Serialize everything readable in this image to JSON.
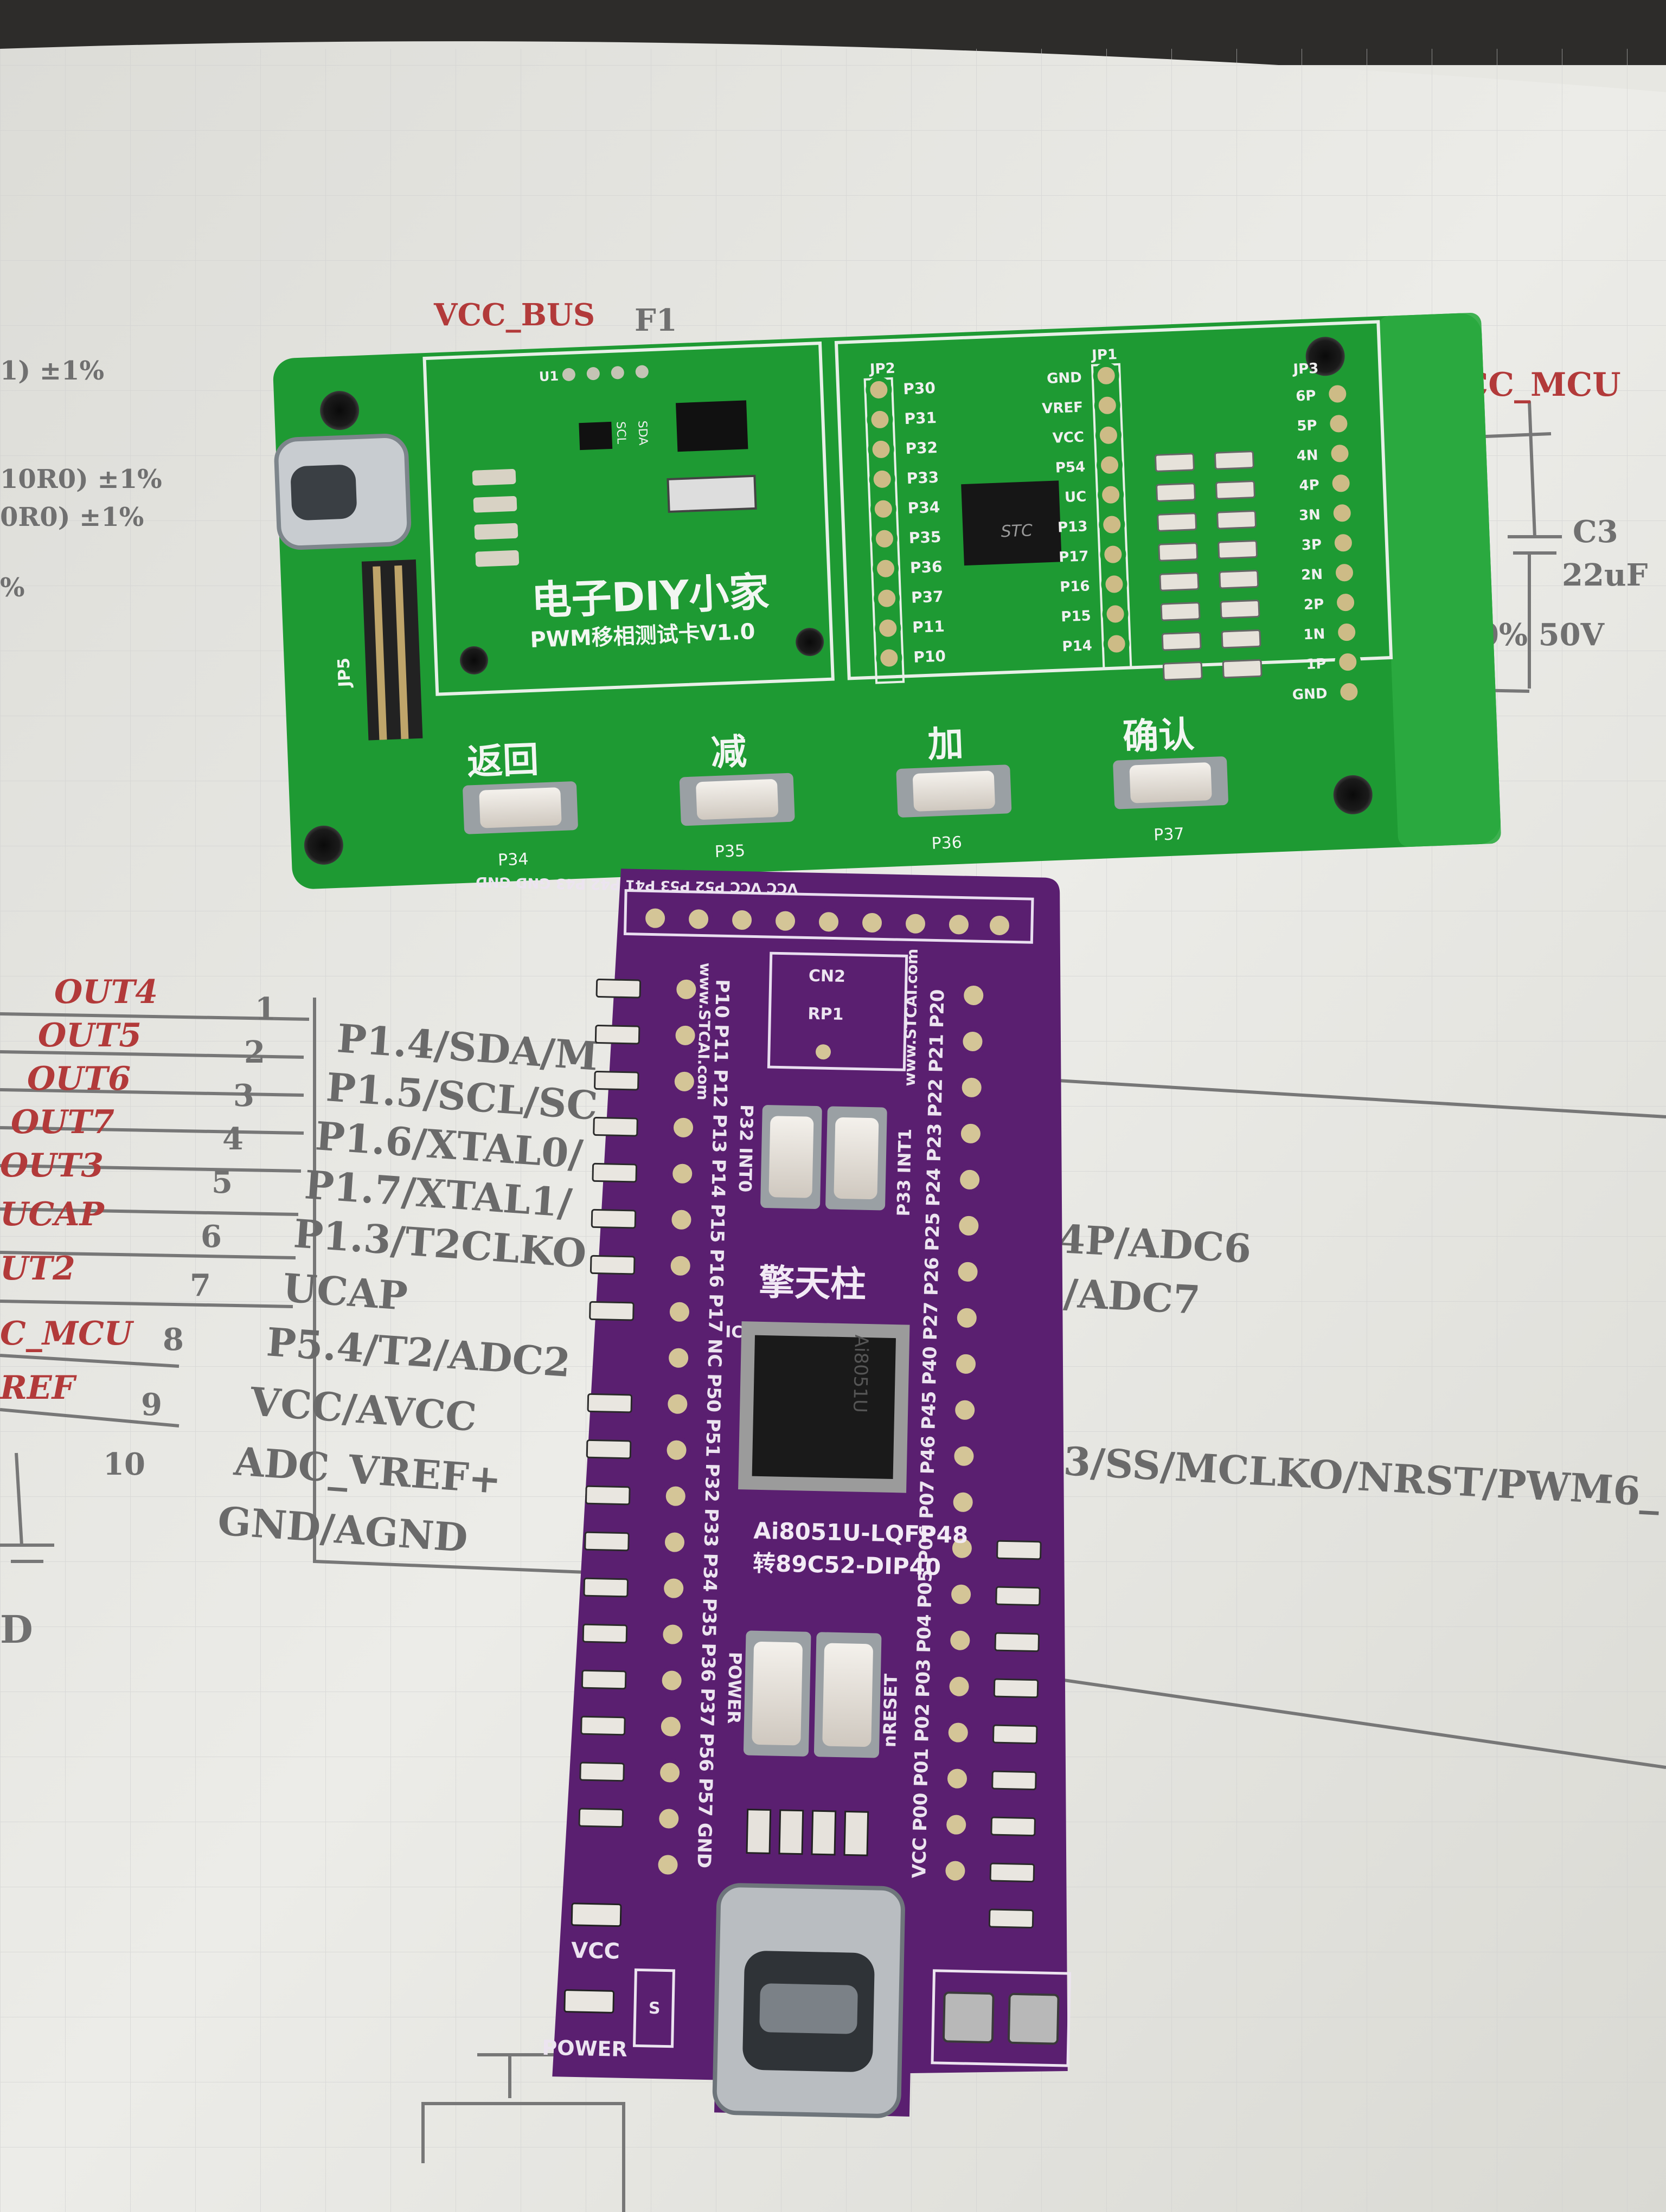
{
  "schematic": {
    "vcc_bus": "VCC_BUS",
    "f1": "F1",
    "vcc_mcu": "VCC_MCU",
    "c3": "C3",
    "c3_value": "22uF",
    "c3_rating": ") 10% 50V",
    "res_tol_1": "1) ±1%",
    "res_tol_2": "10R0) ±1%",
    "res_tol_3": "0R0) ±1%",
    "res_tol_4": "%",
    "left_nets": [
      "OUT4",
      "OUT5",
      "OUT6",
      "OUT7",
      "OUT3",
      "UCAP",
      "UT2",
      "C_MCU",
      "REF"
    ],
    "pin_numbers": [
      "1",
      "2",
      "3",
      "4",
      "5",
      "6",
      "7",
      "8",
      "9",
      "10"
    ],
    "pin_names": [
      "P1.4/SDA/M",
      "P1.5/SCL/SC",
      "P1.6/XTAL0/",
      "P1.7/XTAL1/",
      "P1.3/T2CLKO",
      "UCAP",
      "P5.4/T2/ADC2",
      "VCC/AVCC",
      "ADC_VREF+",
      "GND/AGND"
    ],
    "right_labels": [
      "4P/ADC6",
      "/ADC7",
      "3/SS/MCLKO/NRST/PWM6_"
    ],
    "gnd_fragment": "D"
  },
  "green_board": {
    "title": "电子DIY小家",
    "subtitle": "PWM移相测试卡V1.0",
    "buttons": [
      {
        "label": "返回",
        "pin": "P34"
      },
      {
        "label": "减",
        "pin": "P35"
      },
      {
        "label": "加",
        "pin": "P36"
      },
      {
        "label": "确认",
        "pin": "P37"
      }
    ],
    "u1": "U1",
    "scl": "SCL",
    "sda": "SDA",
    "jp2": "JP2",
    "jp2_pins": [
      "P30",
      "P31",
      "P32",
      "P33",
      "P34",
      "P35",
      "P36",
      "P37",
      "P11",
      "P10"
    ],
    "jp1": "JP1",
    "jp1_pins": [
      "GND",
      "VREF",
      "VCC",
      "P54",
      "UC",
      "P13",
      "P17",
      "P16",
      "P15",
      "P14"
    ],
    "jp3": "JP3",
    "jp3_pins": [
      "6P",
      "5P",
      "4N",
      "4P",
      "3N",
      "3P",
      "2N",
      "2P",
      "1N",
      "1P",
      "GND"
    ],
    "jp_side": "JP5",
    "chip_mark": "STC"
  },
  "purple_board": {
    "top_header": "VCC VCC P52 P53 P41 P42 P43 GND GND",
    "cn2": "CN2",
    "rp1": "RP1",
    "website": "www.STCAI.com",
    "left_column": "P10 P11 P12 P13 P14 P15 P16 P17 NC P50 P51 P32 P33 P34 P35 P36 P37 P56 P57 GND",
    "right_column": "VCC P00 P01 P02 P03 P04 P05 P06 P07 P46 P45 P40 P27 P26 P25 P24 P23 P22 P21 P20",
    "int0": "P32 INT0",
    "int1": "P33 INT1",
    "brand": "擎天柱",
    "ic1": "IC1",
    "chip_text": "Ai8051U",
    "model": "Ai8051U-LQFP48",
    "conversion": "转89C52-DIP40",
    "power_button": "POWER",
    "reset_button": "nRESET",
    "vcc_led": "VCC",
    "power_led": "POWER",
    "s_mark": "S"
  },
  "colors": {
    "green_pcb": "#1e9a33",
    "purple_pcb": "#5a1f70",
    "paper": "#e9e9e4",
    "ink": "#6e6e6e",
    "red_ink": "#b23a3a"
  }
}
